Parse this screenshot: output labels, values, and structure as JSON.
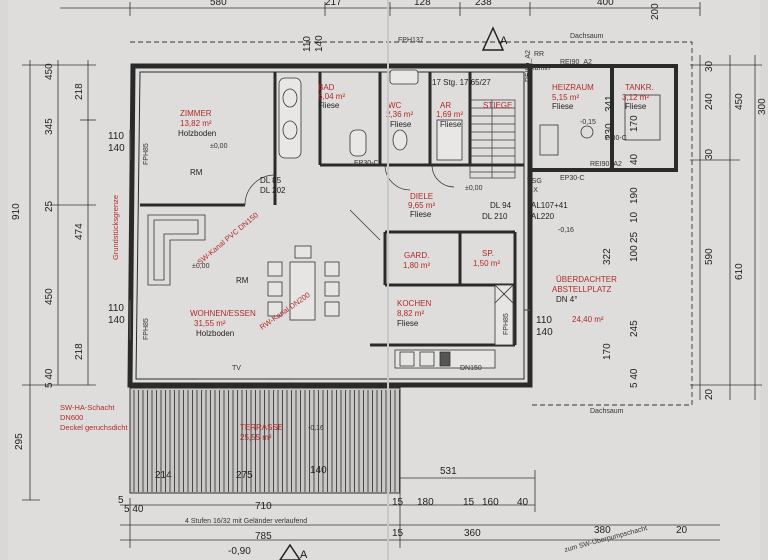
{
  "dims_top": [
    "580",
    "217",
    "128",
    "238",
    "400"
  ],
  "dims_top_small": [
    "110",
    "140",
    "FPH137"
  ],
  "dims_left": [
    "910",
    "345",
    "25",
    "474",
    "450",
    "218",
    "218",
    "5 40",
    "295",
    "450"
  ],
  "dims_right": [
    "300",
    "240",
    "450",
    "610",
    "590",
    "200",
    "30",
    "30",
    "341",
    "230",
    "40",
    "190",
    "170",
    "10",
    "25",
    "100",
    "322",
    "245",
    "170",
    "5 40",
    "20"
  ],
  "dims_bottom": [
    "214",
    "275",
    "140",
    "531",
    "710",
    "15",
    "180",
    "15",
    "160",
    "40",
    "785",
    "15",
    "360",
    "380",
    "20",
    "5 40",
    "5",
    "-0,90"
  ],
  "rooms": {
    "zimmer": {
      "name": "ZIMMER",
      "area": "13,82 m²",
      "floor": "Holzboden"
    },
    "bad": {
      "name": "BAD",
      "area": "6,04 m²",
      "floor": "Fliese"
    },
    "wc": {
      "name": "WC",
      "area": "2,36 m²",
      "floor": "Fliese"
    },
    "ar": {
      "name": "AR",
      "area": "1,69 m²",
      "floor": "Fliese"
    },
    "stiege": {
      "name": "STIEGE",
      "note": "17 Stg. 17,65/27"
    },
    "heizraum": {
      "name": "HEIZRAUM",
      "area": "5,15 m²",
      "floor": "Fliese"
    },
    "tankr": {
      "name": "TANKR.",
      "area": "3,12 m²",
      "floor": "Fliese"
    },
    "diele": {
      "name": "DIELE",
      "area": "9,65 m²",
      "floor": "Fliese"
    },
    "gard": {
      "name": "GARD.",
      "area": "1,80 m²"
    },
    "sp": {
      "name": "SP.",
      "area": "1,50 m²"
    },
    "wohnen": {
      "name": "WOHNEN/ESSEN",
      "area": "31,55 m²",
      "floor": "Holzboden"
    },
    "kochen": {
      "name": "KOCHEN",
      "area": "8,82 m²",
      "floor": "Fliese"
    },
    "ueberdacht": {
      "name": "ÜBERDACHTER",
      "name2": "ABSTELLPLATZ",
      "note": "DN 4°",
      "area": "24,40 m²"
    },
    "terrasse": {
      "name": "TERRASSE",
      "area": "25,55 m²"
    }
  },
  "labels": {
    "dachsaum_top": "Dachsaum",
    "dachsaum_bottom": "Dachsaum",
    "section_a": "A",
    "rr": "RR",
    "kamin": "Kamin",
    "rei90_a2_1": "REI90_A2",
    "rei90_a2_2": "REI90_A2",
    "rei90_a2_3": "REI90_A2",
    "ei30c": "EI30-C",
    "ep30c": "EP30-C",
    "ep30c2": "EP30-C",
    "fph85_1": "FPH85",
    "fph85_2": "FPH85",
    "fph85_3": "FPH85",
    "dl85": "DL 85",
    "dl202": "DL 202",
    "dl94": "DL 94",
    "dl210": "DL 210",
    "al107": "AL107+41",
    "al220": "AL220",
    "fix": "FIX",
    "vsg": "VSG",
    "rm1": "RM",
    "rm2": "RM",
    "lvl1": "±0,00",
    "lvl2": "±0,00",
    "lvl3": "±0,00",
    "lvl4": "-0,15",
    "lvl5": "-0,16",
    "lvl6": "-0,16",
    "sw_kanal": "SW-Kanal PVC DN150",
    "rw_kanal": "RW-Kanal DN200",
    "grundstueck": "Grundstücksgrenze",
    "sw_ha_schacht": "SW-HA-Schacht",
    "dn600": "DN600",
    "deckel": "Deckel geruchsdicht",
    "stufen": "4 Stufen 16/32 mit Geländer verlaufend",
    "ueberpump": "zum SW-Überpumpschacht",
    "wallsize1": "110",
    "wallsize2": "140",
    "wallsize3": "110",
    "wallsize4": "140",
    "wallsize5": "110",
    "wallsize6": "140",
    "dn150": "DN150",
    "tv": "TV"
  },
  "colors": {
    "paper": "#d9d8d6",
    "line": "#2a2a2a",
    "red": "#b02a2a"
  }
}
